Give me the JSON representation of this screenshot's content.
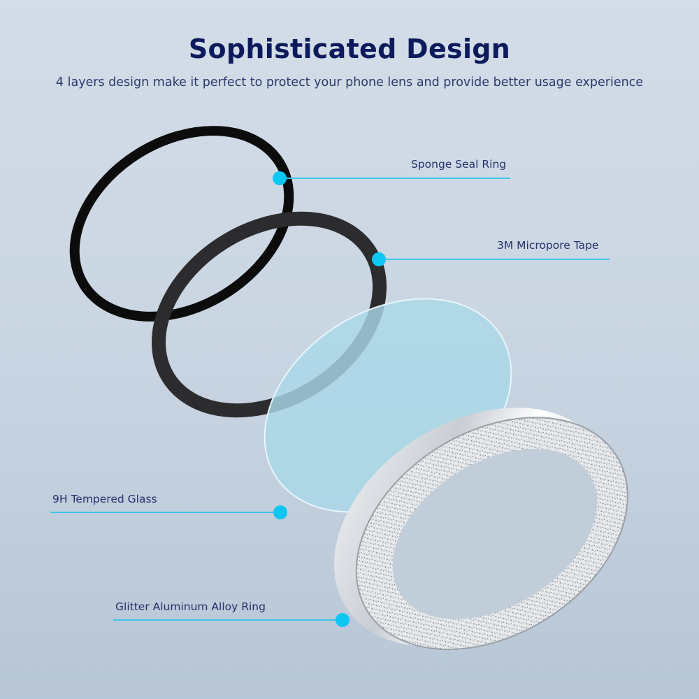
{
  "header": {
    "title": "Sophisticated Design",
    "subtitle": "4 layers design make it perfect to protect your phone lens and provide better usage experience"
  },
  "layers": [
    {
      "label": "Sponge Seal Ring"
    },
    {
      "label": "3M Micropore Tape"
    },
    {
      "label": "9H Tempered Glass"
    },
    {
      "label": "Glitter Aluminum Alloy Ring"
    }
  ],
  "colors": {
    "title": "#0d1a5c",
    "label": "#25316a",
    "accent": "#0ec6f2",
    "line": "#3fc6e8",
    "background_top": "#d3dde8",
    "background_bottom": "#b7c6d6"
  }
}
